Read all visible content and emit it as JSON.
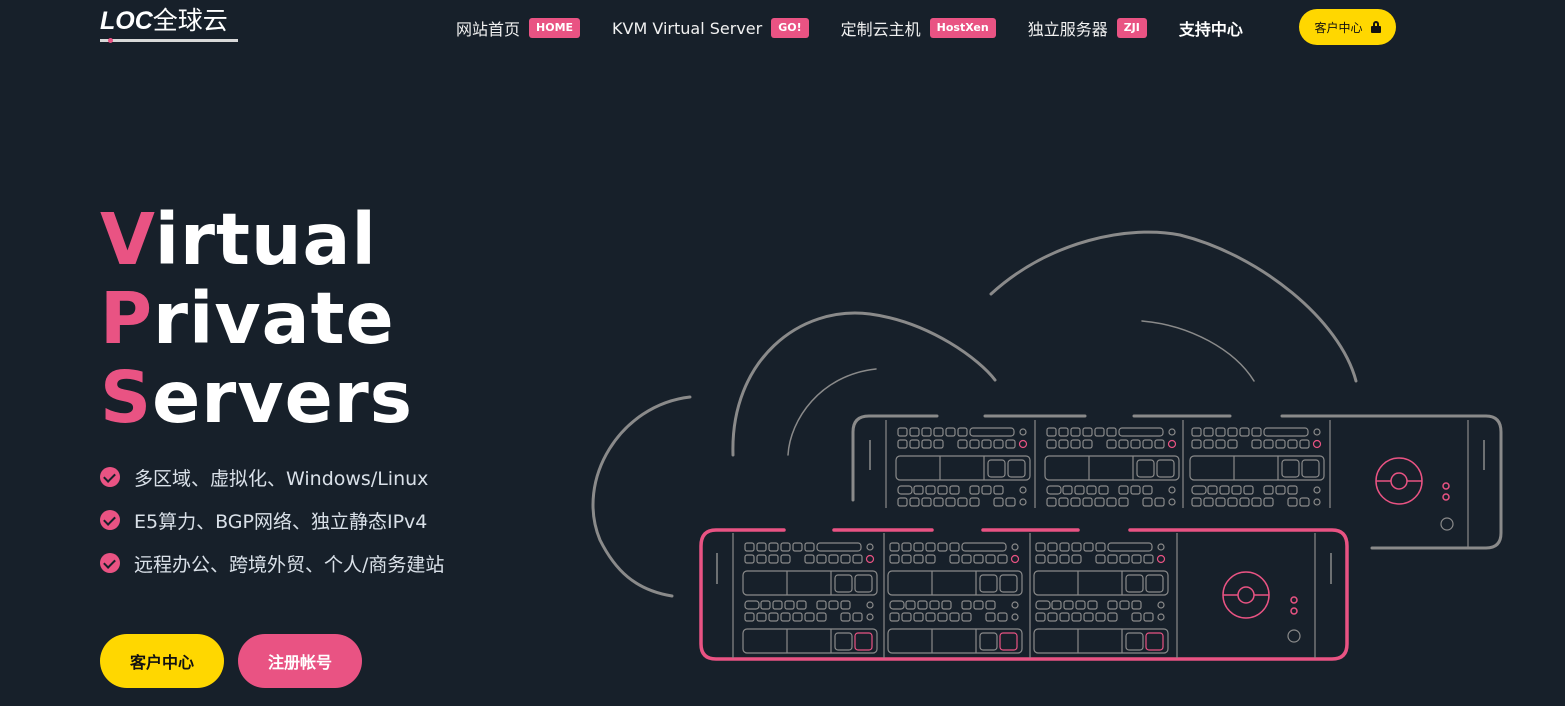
{
  "logo": {
    "brand_latin": "LOC",
    "brand_cjk": "全球云"
  },
  "nav": {
    "items": [
      {
        "label": "网站首页",
        "badge": "HOME"
      },
      {
        "label": "KVM Virtual Server",
        "badge": "GO!"
      },
      {
        "label": "定制云主机",
        "badge": "HostXen"
      },
      {
        "label": "独立服务器",
        "badge": "ZJI"
      },
      {
        "label": "支持中心",
        "badge": null
      }
    ],
    "cta_label": "客户中心",
    "cta_icon": "lock-icon"
  },
  "hero": {
    "title_lines": [
      {
        "cap": "V",
        "rest": "irtual"
      },
      {
        "cap": "P",
        "rest": "rivate"
      },
      {
        "cap": "S",
        "rest": "ervers"
      }
    ],
    "features": [
      "多区域、虚拟化、Windows/Linux",
      "E5算力、BGP网络、独立静态IPv4",
      "远程办公、跨境外贸、个人/商务建站"
    ],
    "feature_icon": "check-circle-icon",
    "buttons": {
      "client_center": "客户中心",
      "register": "注册帐号"
    }
  },
  "illustration": {
    "subject": "cloud-with-server-racks",
    "accent": "#e95383",
    "line": "#8a8a8a"
  },
  "colors": {
    "background": "#17202a",
    "accent_pink": "#e95383",
    "accent_yellow": "#ffd700",
    "text": "#ffffff"
  }
}
